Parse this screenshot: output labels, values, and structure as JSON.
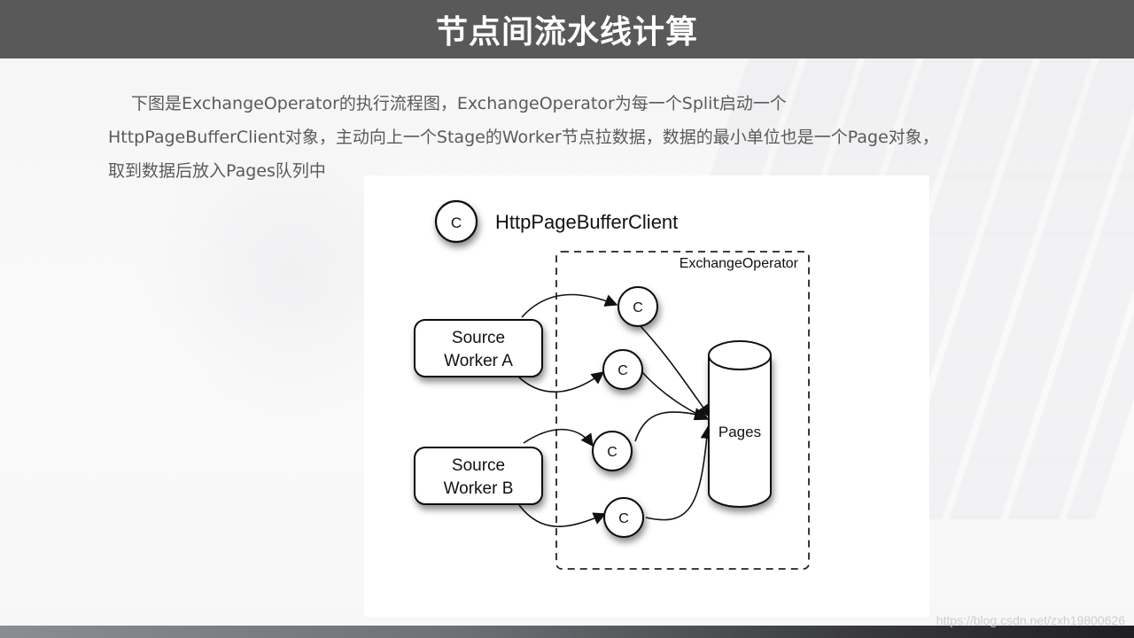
{
  "header": {
    "title": "节点间流水线计算"
  },
  "intro": {
    "lines": [
      "下图是ExchangeOperator的执行流程图，ExchangeOperator为每一个Split启动一个",
      "HttpPageBufferClient对象，主动向上一个Stage的Worker节点拉数据，数据的最小单位也是一个Page对象，",
      "取到数据后放入Pages队列中"
    ]
  },
  "diagram": {
    "legend_symbol": "C",
    "legend_label": "HttpPageBufferClient",
    "operator_label": "ExchangeOperator",
    "workers": [
      {
        "line1": "Source",
        "line2": "Worker A"
      },
      {
        "line1": "Source",
        "line2": "Worker B"
      }
    ],
    "clients": [
      "C",
      "C",
      "C",
      "C"
    ],
    "queue_label": "Pages"
  },
  "watermark": "https://blog.csdn.net/zxh19800626",
  "colors": {
    "header_bg": "#595959",
    "text": "#5a5a5a",
    "stroke": "#111111"
  }
}
